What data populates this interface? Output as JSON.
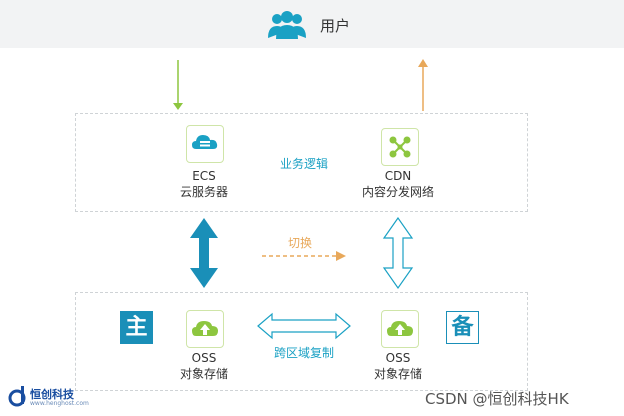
{
  "user": {
    "label": "用户",
    "icon": "users-icon"
  },
  "top_group": {
    "ecs": {
      "title": "ECS",
      "subtitle": "云服务器",
      "icon": "cloud-server-icon"
    },
    "cdn": {
      "title": "CDN",
      "subtitle": "内容分发网络",
      "icon": "network-nodes-icon"
    },
    "middle_label": "业务逻辑"
  },
  "switch_label": "切换",
  "bottom_group": {
    "master_badge": "主",
    "backup_badge": "备",
    "oss_primary": {
      "title": "OSS",
      "subtitle": "对象存储",
      "icon": "cloud-upload-icon"
    },
    "oss_backup": {
      "title": "OSS",
      "subtitle": "对象存储",
      "icon": "cloud-upload-icon"
    },
    "replication_label": "跨区域复制"
  },
  "logo": {
    "name": "恒创科技",
    "domain": "www.henghost.com"
  },
  "watermark": "CSDN @恒创科技HK",
  "colors": {
    "teal": "#1aa1c4",
    "green": "#8dc63f",
    "orange": "#e8a85a",
    "dark_blue": "#1a8fb8"
  }
}
